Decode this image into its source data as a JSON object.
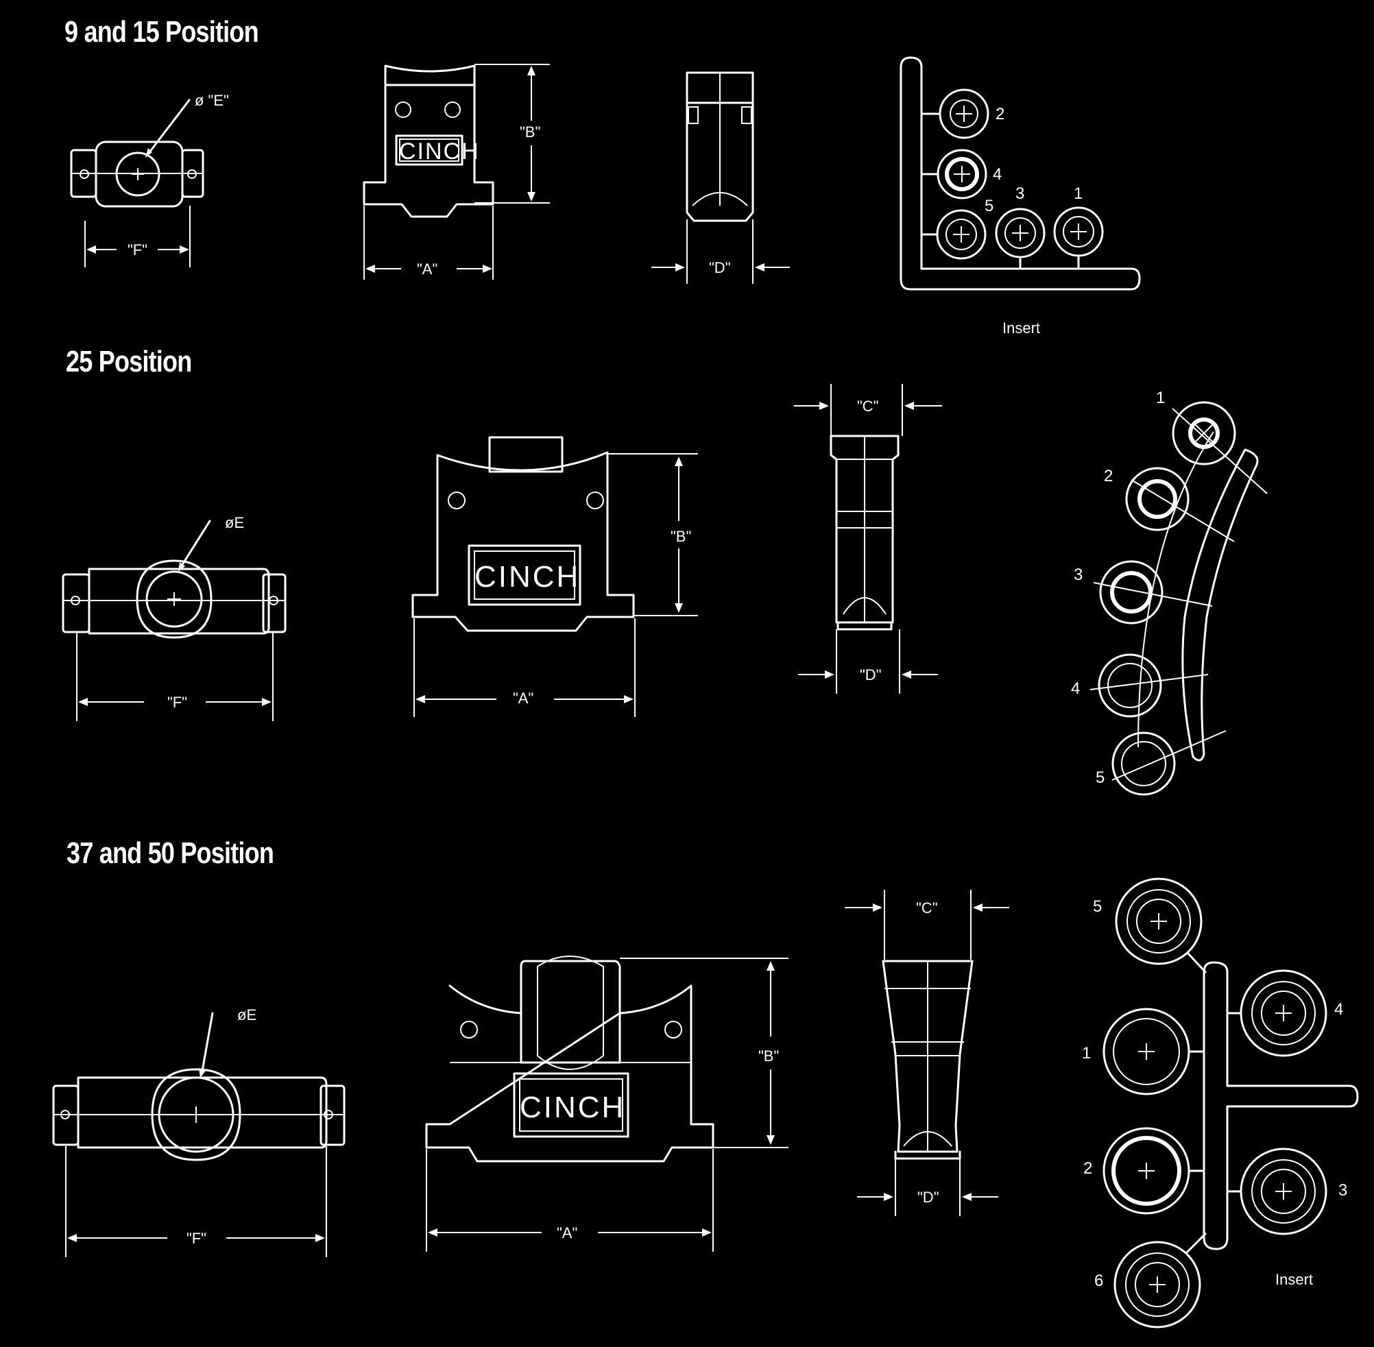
{
  "sections": [
    {
      "title": "9 and 15 Position"
    },
    {
      "title": "25 Position"
    },
    {
      "title": "37 and 50 Position"
    }
  ],
  "brand": "CINCH",
  "labels": {
    "dim_a": "\"A\"",
    "dim_b": "\"B\"",
    "dim_c": "\"C\"",
    "dim_d": "\"D\"",
    "dim_e_quoted": "ø \"E\"",
    "dim_e": "øE",
    "dim_f": "\"F\"",
    "insert": "Insert"
  },
  "insert_numbers": {
    "small": [
      "2",
      "4",
      "5",
      "3",
      "1"
    ],
    "medium": [
      "1",
      "2",
      "3",
      "4",
      "5"
    ],
    "large": [
      "5",
      "4",
      "1",
      "2",
      "3",
      "6"
    ]
  }
}
